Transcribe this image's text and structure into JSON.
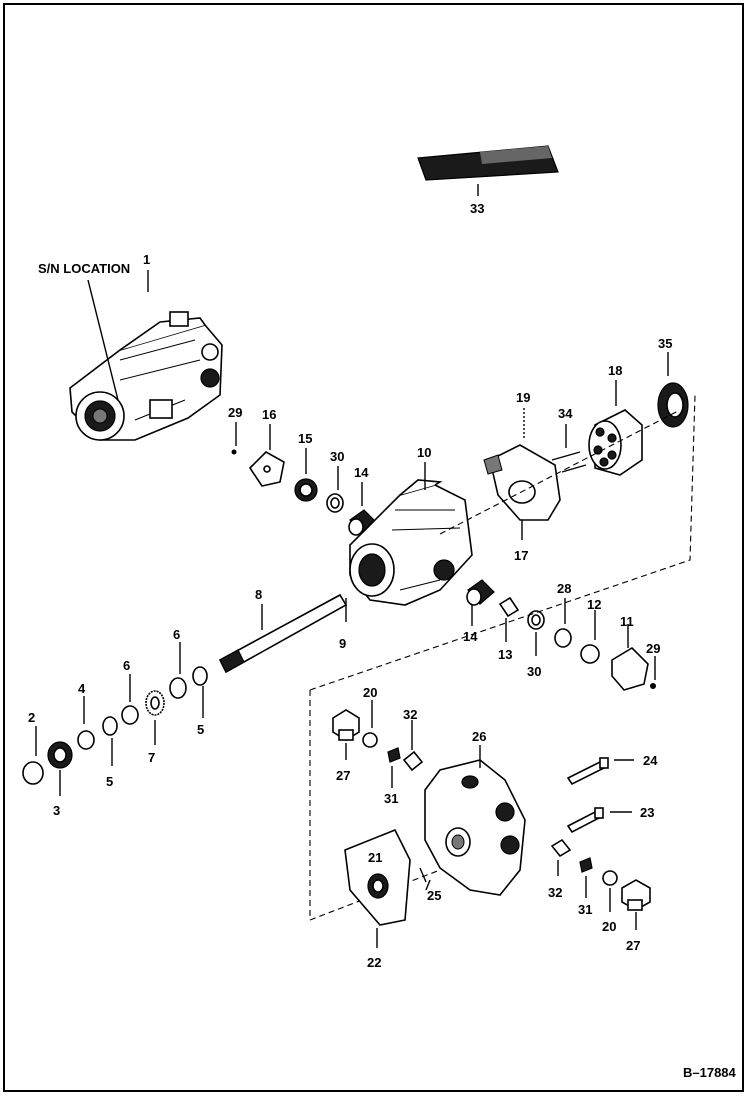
{
  "diagram": {
    "sn_label": "S/N LOCATION",
    "reference": "B–17884",
    "callouts": {
      "c1": "1",
      "c33": "33",
      "c35": "35",
      "c18": "18",
      "c19": "19",
      "c34": "34",
      "c29a": "29",
      "c16": "16",
      "c15": "15",
      "c30a": "30",
      "c14a": "14",
      "c10": "10",
      "c17": "17",
      "c8": "8",
      "c9": "9",
      "c14b": "14",
      "c13": "13",
      "c30b": "30",
      "c28": "28",
      "c12": "12",
      "c11": "11",
      "c29b": "29",
      "c6a": "6",
      "c6b": "6",
      "c4": "4",
      "c2": "2",
      "c3": "3",
      "c5a": "5",
      "c5b": "5",
      "c7": "7",
      "c20a": "20",
      "c32a": "32",
      "c27a": "27",
      "c31a": "31",
      "c26": "26",
      "c24": "24",
      "c23": "23",
      "c21": "21",
      "c25": "25",
      "c22": "22",
      "c32b": "32",
      "c31b": "31",
      "c20b": "20",
      "c27b": "27"
    }
  }
}
